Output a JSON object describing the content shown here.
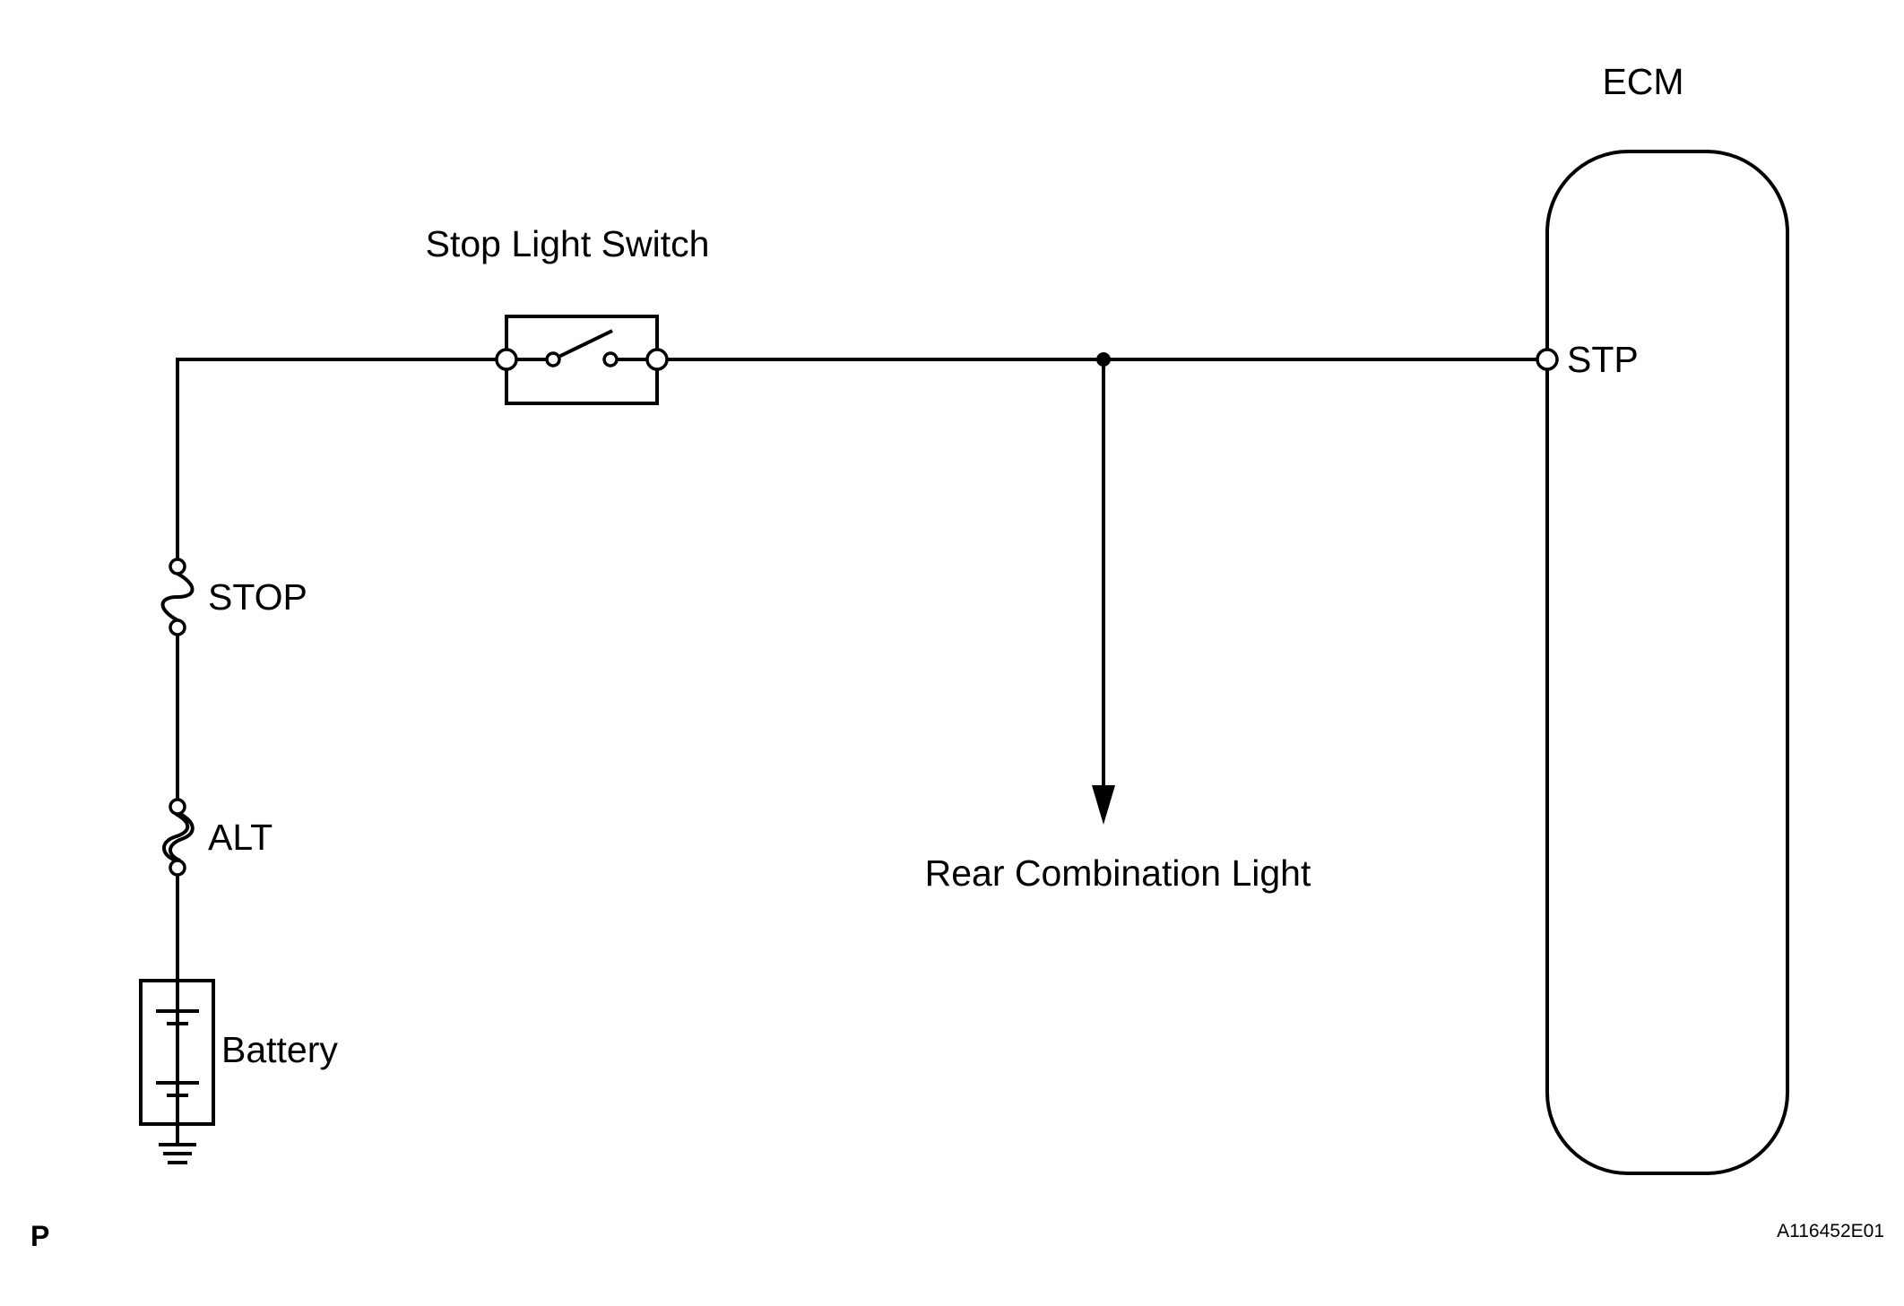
{
  "labels": {
    "ecm": "ECM",
    "stop_light_switch": "Stop Light Switch",
    "stp": "STP",
    "stop_fuse": "STOP",
    "alt_fuse": "ALT",
    "battery": "Battery",
    "rear_combination_light": "Rear Combination Light",
    "corner_mark": "P",
    "figure_code": "A116452E01"
  }
}
